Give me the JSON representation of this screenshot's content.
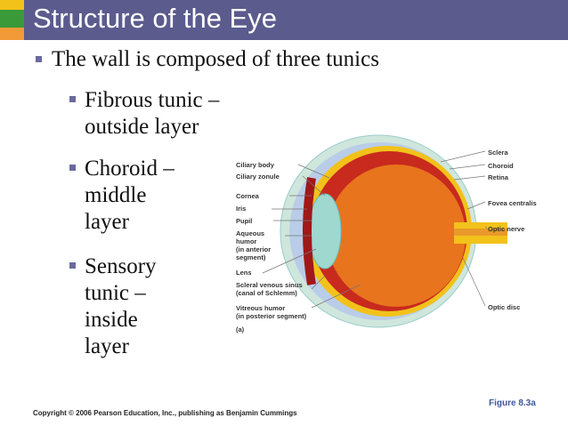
{
  "title": "Structure of the Eye",
  "bullet_main": "The wall is composed of three tunics",
  "sub_bullets": [
    {
      "line1": "Fibrous tunic –",
      "line2": "outside layer"
    },
    {
      "line1": "Choroid –",
      "line2": "middle",
      "line3": "layer"
    },
    {
      "line1": "Sensory",
      "line2": "tunic –",
      "line3": "inside",
      "line4": "layer"
    }
  ],
  "labels_left": [
    "Ciliary body",
    "Ciliary zonule",
    "Cornea",
    "Iris",
    "Pupil",
    "Aqueous",
    "humor",
    "(in anterior",
    "segment)",
    "Lens",
    "Scleral venous sinus",
    "(canal of Schlemm)",
    "Vitreous humor",
    "(in posterior segment)",
    "(a)"
  ],
  "labels_right": [
    "Sclera",
    "Choroid",
    "Retina",
    "Fovea centralis",
    "Optic nerve",
    "Optic disc"
  ],
  "figure_label": "Figure 8.3a",
  "copyright": "Copyright © 2006 Pearson Education, Inc., publishing as Benjamin Cummings",
  "colors": {
    "header": "#5b5b8e",
    "yellow": "#f2c21b",
    "green": "#3a9a3a",
    "orange": "#f29a38"
  }
}
